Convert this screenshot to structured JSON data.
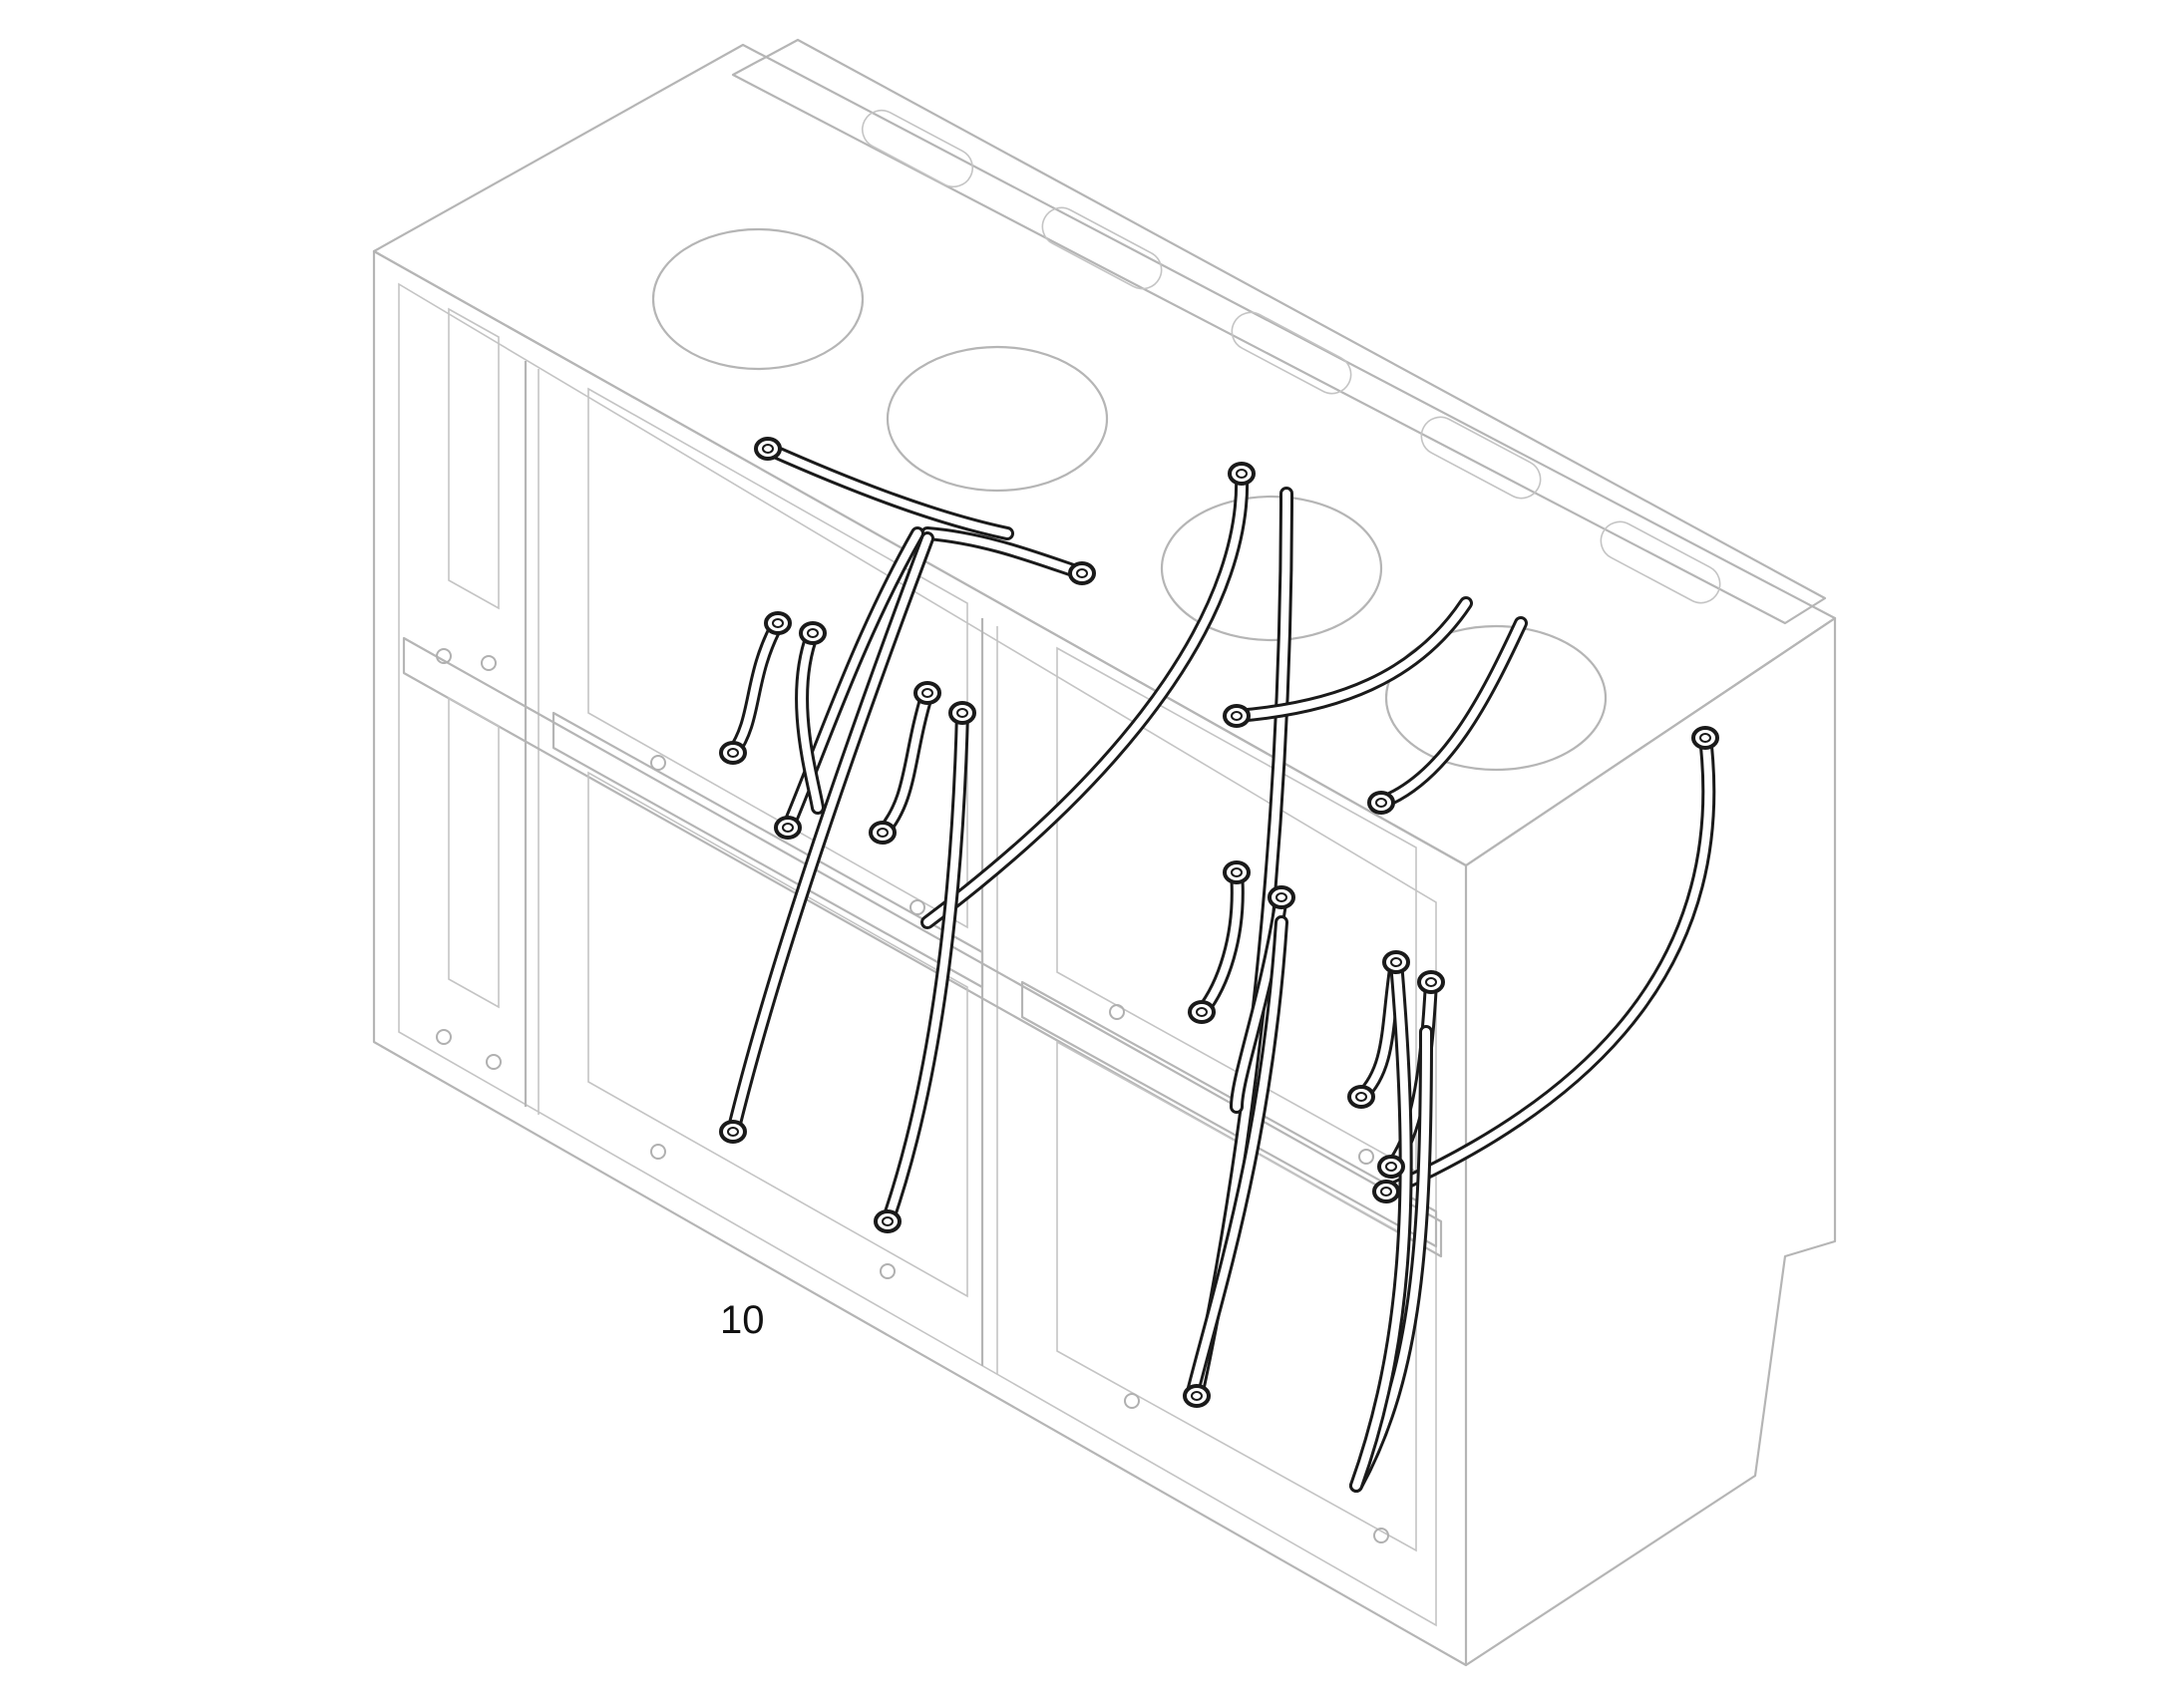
{
  "figure": {
    "callout_label": "10",
    "colors": {
      "background": "#ffffff",
      "housing_outline": "#b5b5b5",
      "hose_outline": "#1a1a1a",
      "hose_fill": "#ffffff",
      "label_text": "#111111"
    },
    "parts": [
      {
        "name": "engine-block-housing",
        "style": "light-grey-line-art"
      },
      {
        "name": "coolant-hose-assemblies",
        "style": "black-line-art",
        "count": 20
      }
    ]
  }
}
